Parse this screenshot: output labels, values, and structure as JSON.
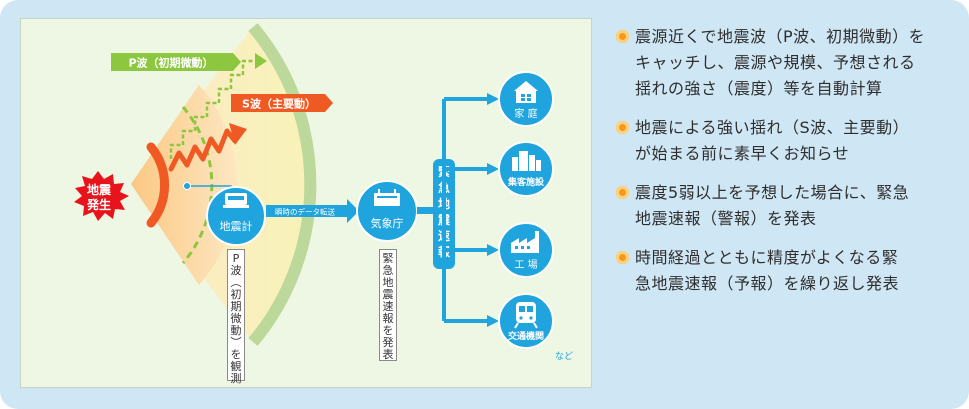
{
  "diagram": {
    "p_wave_label": "P波（初期微動）",
    "s_wave_label": "S波（主要動）",
    "epicenter_label": [
      "地震",
      "発生"
    ],
    "seismometer_label": "地震計",
    "transfer_label": "瞬時のデータ転送",
    "jma_label": "気象庁",
    "p_wave_observe": [
      "P",
      "波",
      "︵",
      "初",
      "期",
      "微",
      "動",
      "︶",
      "を",
      "観",
      "測"
    ],
    "announce_label": [
      "緊",
      "急",
      "地",
      "震",
      "速",
      "報",
      "を",
      "発",
      "表"
    ],
    "broadcast_label": [
      "緊",
      "急",
      "地",
      "震",
      "速",
      "報"
    ],
    "targets": [
      "家 庭",
      "集客施設",
      "工 場",
      "交通機関"
    ],
    "etc_label": "など",
    "colors": {
      "accent": "#1fa4de",
      "s_wave": "#ef5a24",
      "p_wave": "#8dc63f",
      "cone": "#f7b26b"
    }
  },
  "bullets": [
    [
      "震源近くで地震波（P波、初期微動）を",
      "キャッチし、震源や規模、予想される",
      "揺れの強さ（震度）等を自動計算"
    ],
    [
      "地震による強い揺れ（S波、主要動）",
      "が始まる前に素早くお知らせ"
    ],
    [
      "震度5弱以上を予想した場合に、緊急",
      "地震速報（警報）を発表"
    ],
    [
      "時間経過とともに精度がよくなる緊",
      "急地震速報（予報）を繰り返し発表"
    ]
  ]
}
